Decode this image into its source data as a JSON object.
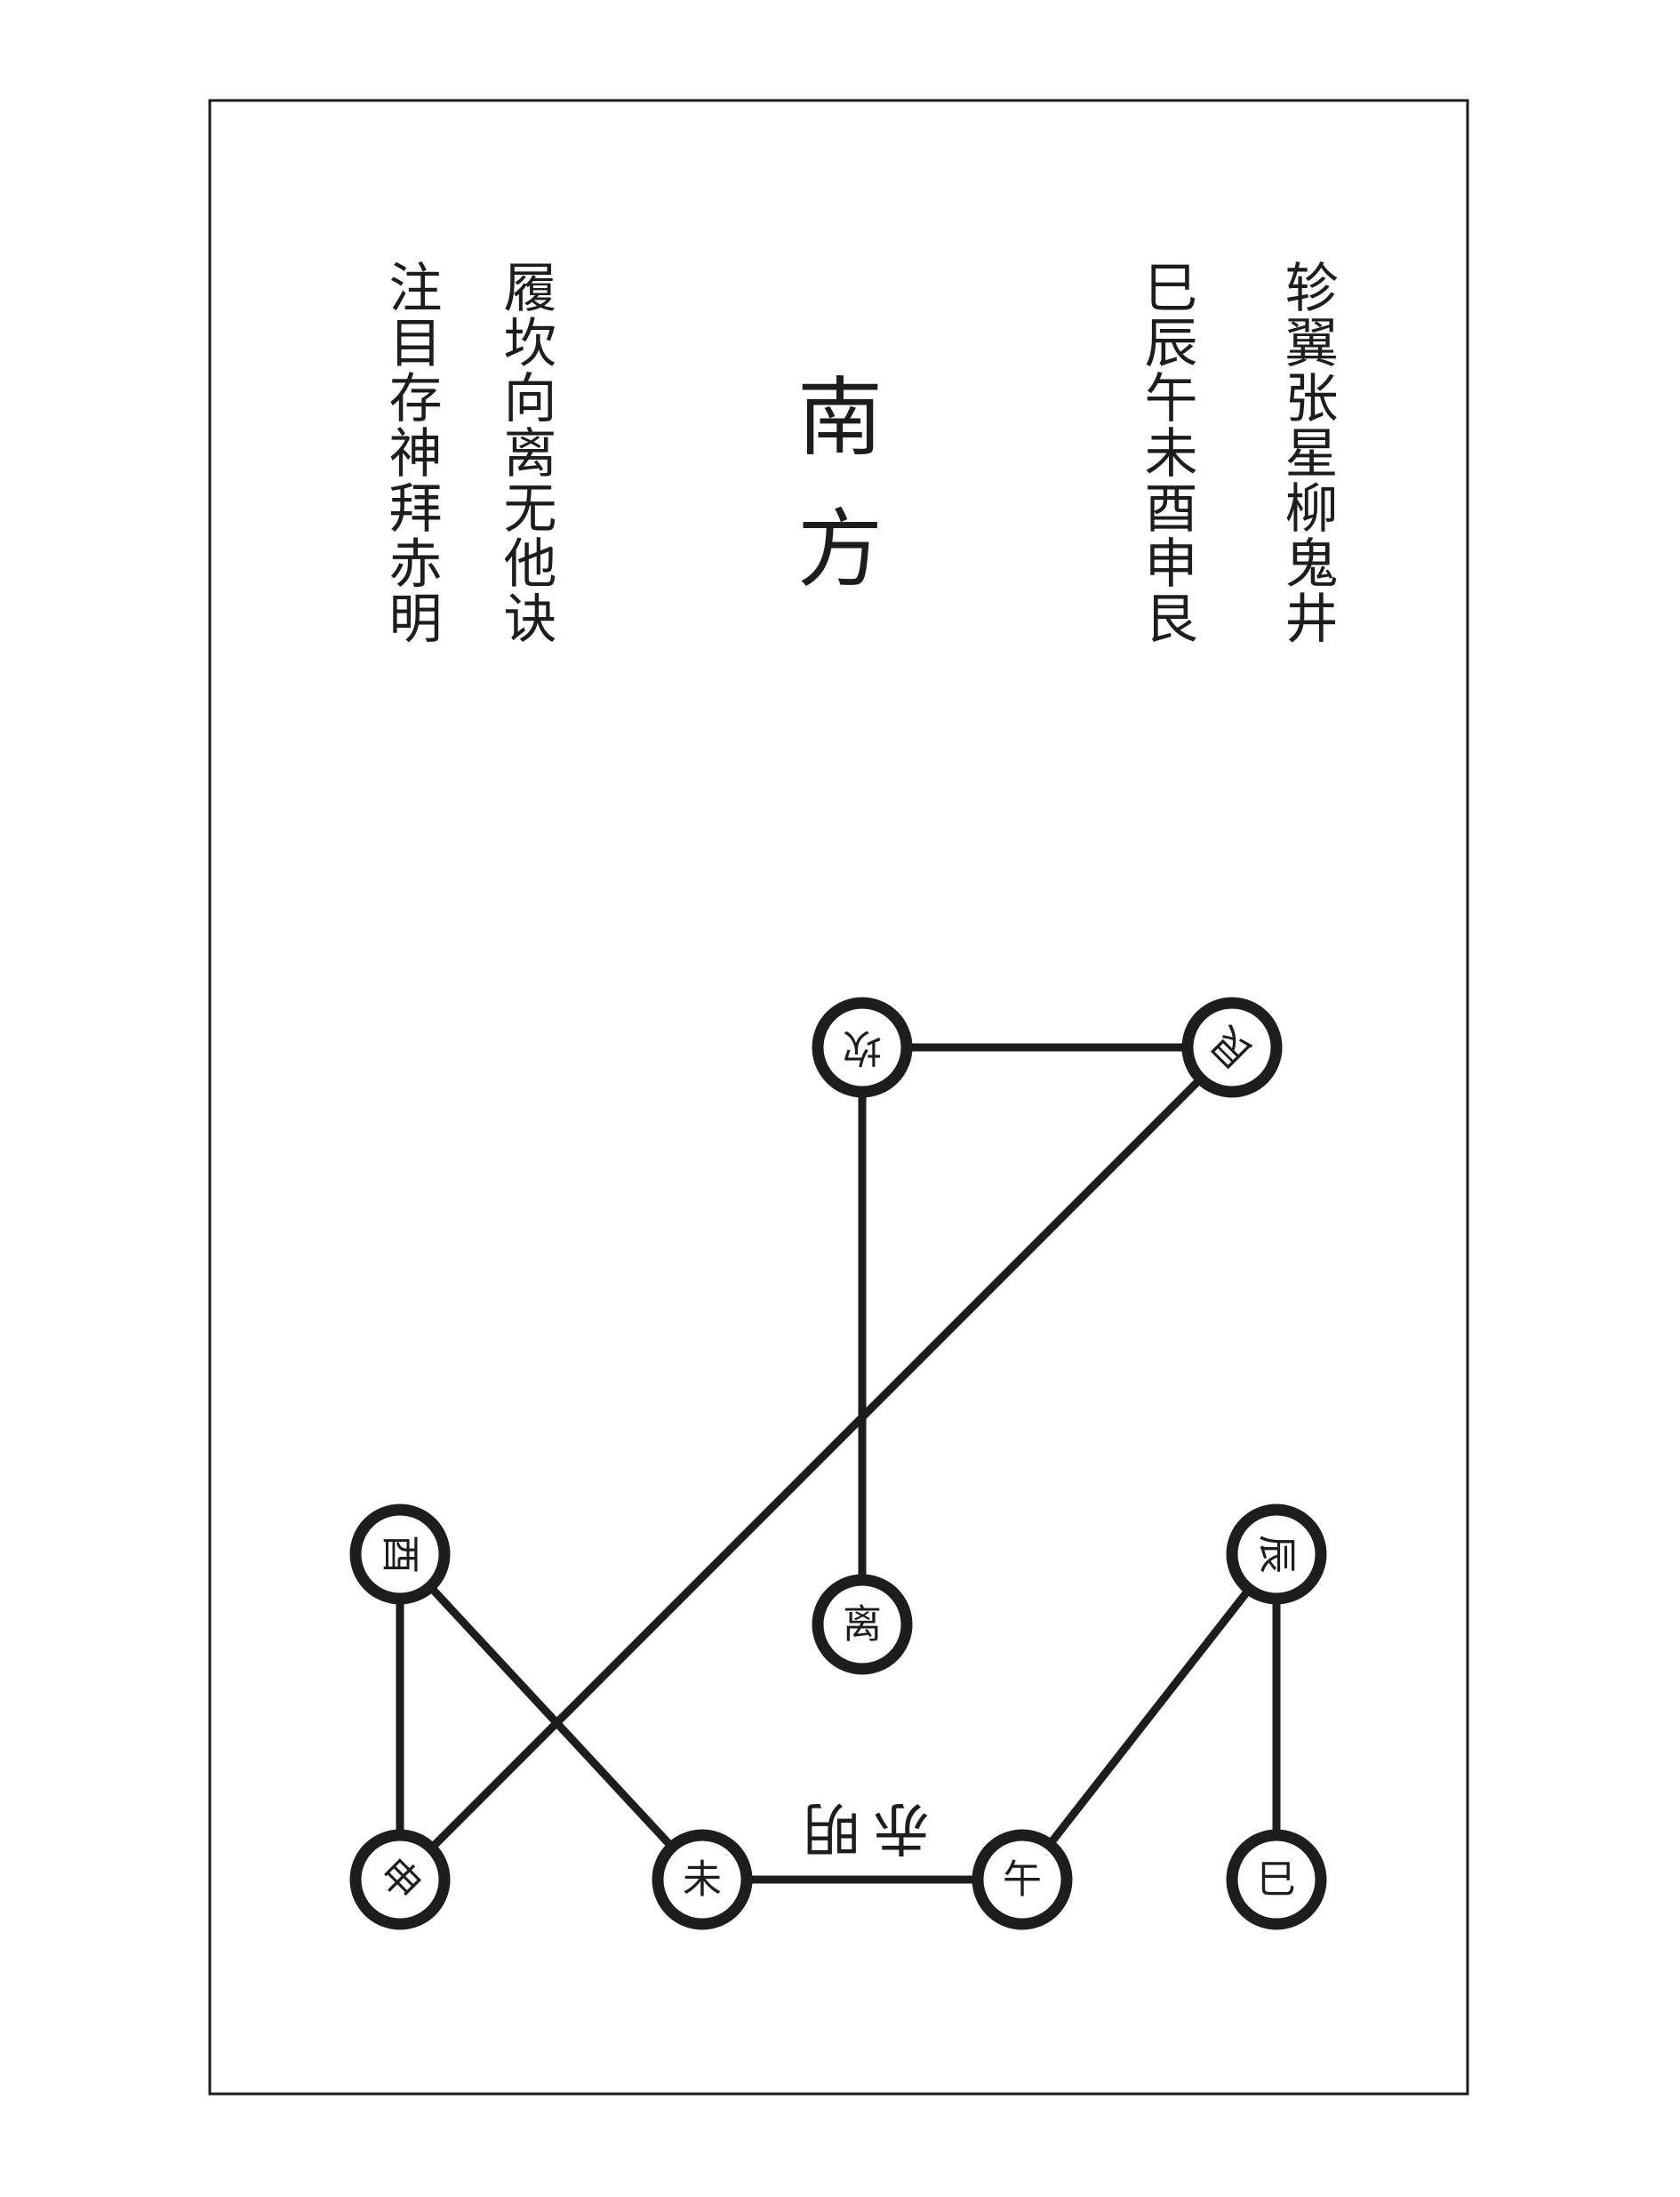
{
  "title": [
    "南",
    "方"
  ],
  "columns": [
    {
      "id": "mansions",
      "text": "轸翼张星柳鬼井"
    },
    {
      "id": "branches",
      "text": "巳辰午未酉申艮"
    },
    {
      "id": "verse1",
      "text": "履坎向离无他诀"
    },
    {
      "id": "verse2",
      "text": "注目存神拜赤明"
    }
  ],
  "diagram": {
    "nodes": [
      {
        "id": "kan",
        "label": "坎"
      },
      {
        "id": "gen",
        "label": "艮"
      },
      {
        "id": "li",
        "label": "离"
      },
      {
        "id": "you",
        "label": "酉"
      },
      {
        "id": "shen",
        "label": "申"
      },
      {
        "id": "wei",
        "label": "未"
      },
      {
        "id": "wu",
        "label": "午"
      },
      {
        "id": "chen",
        "label": "辰"
      },
      {
        "id": "si",
        "label": "巳"
      }
    ],
    "edges": [
      [
        "kan",
        "gen"
      ],
      [
        "kan",
        "li"
      ],
      [
        "gen",
        "shen"
      ],
      [
        "you",
        "shen"
      ],
      [
        "you",
        "wei"
      ],
      [
        "wei",
        "wu"
      ],
      [
        "wu",
        "chen"
      ],
      [
        "chen",
        "si"
      ]
    ],
    "edge_label": "赤明"
  }
}
